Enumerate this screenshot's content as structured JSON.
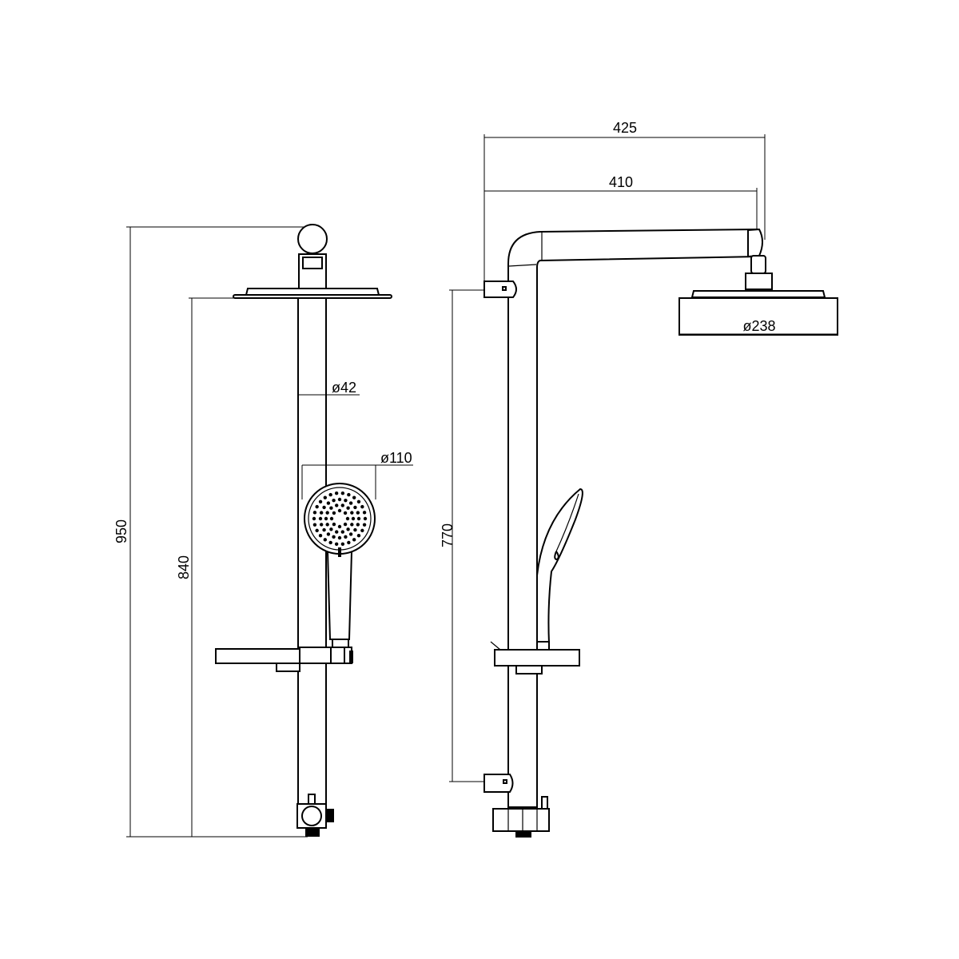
{
  "front_view": {
    "dim_total_height": "950",
    "dim_head_height": "840",
    "dim_pipe_diameter": "ø42",
    "dim_handshower_diameter": "ø110"
  },
  "side_view": {
    "dim_arm_total": "425",
    "dim_arm_inner": "410",
    "dim_bracket_spacing": "770",
    "dim_head_diameter": "ø238"
  },
  "colors": {
    "line": "#000000",
    "background": "#ffffff"
  }
}
